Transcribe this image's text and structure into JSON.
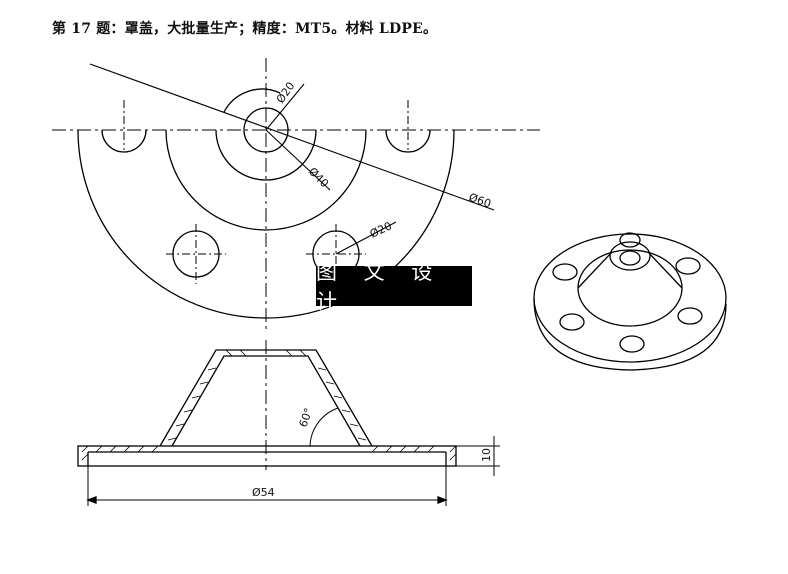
{
  "title": "第 17 题：罩盖，大批量生产；精度：MT5。材料 LDPE。",
  "watermark": "图 文 设 计",
  "dimensions": {
    "d20_top": "Ø20",
    "d40": "Ø40",
    "d60": "Ø60",
    "d20_hole": "Ø20",
    "angle": "60°",
    "d54": "Ø54",
    "thickness": "10"
  }
}
